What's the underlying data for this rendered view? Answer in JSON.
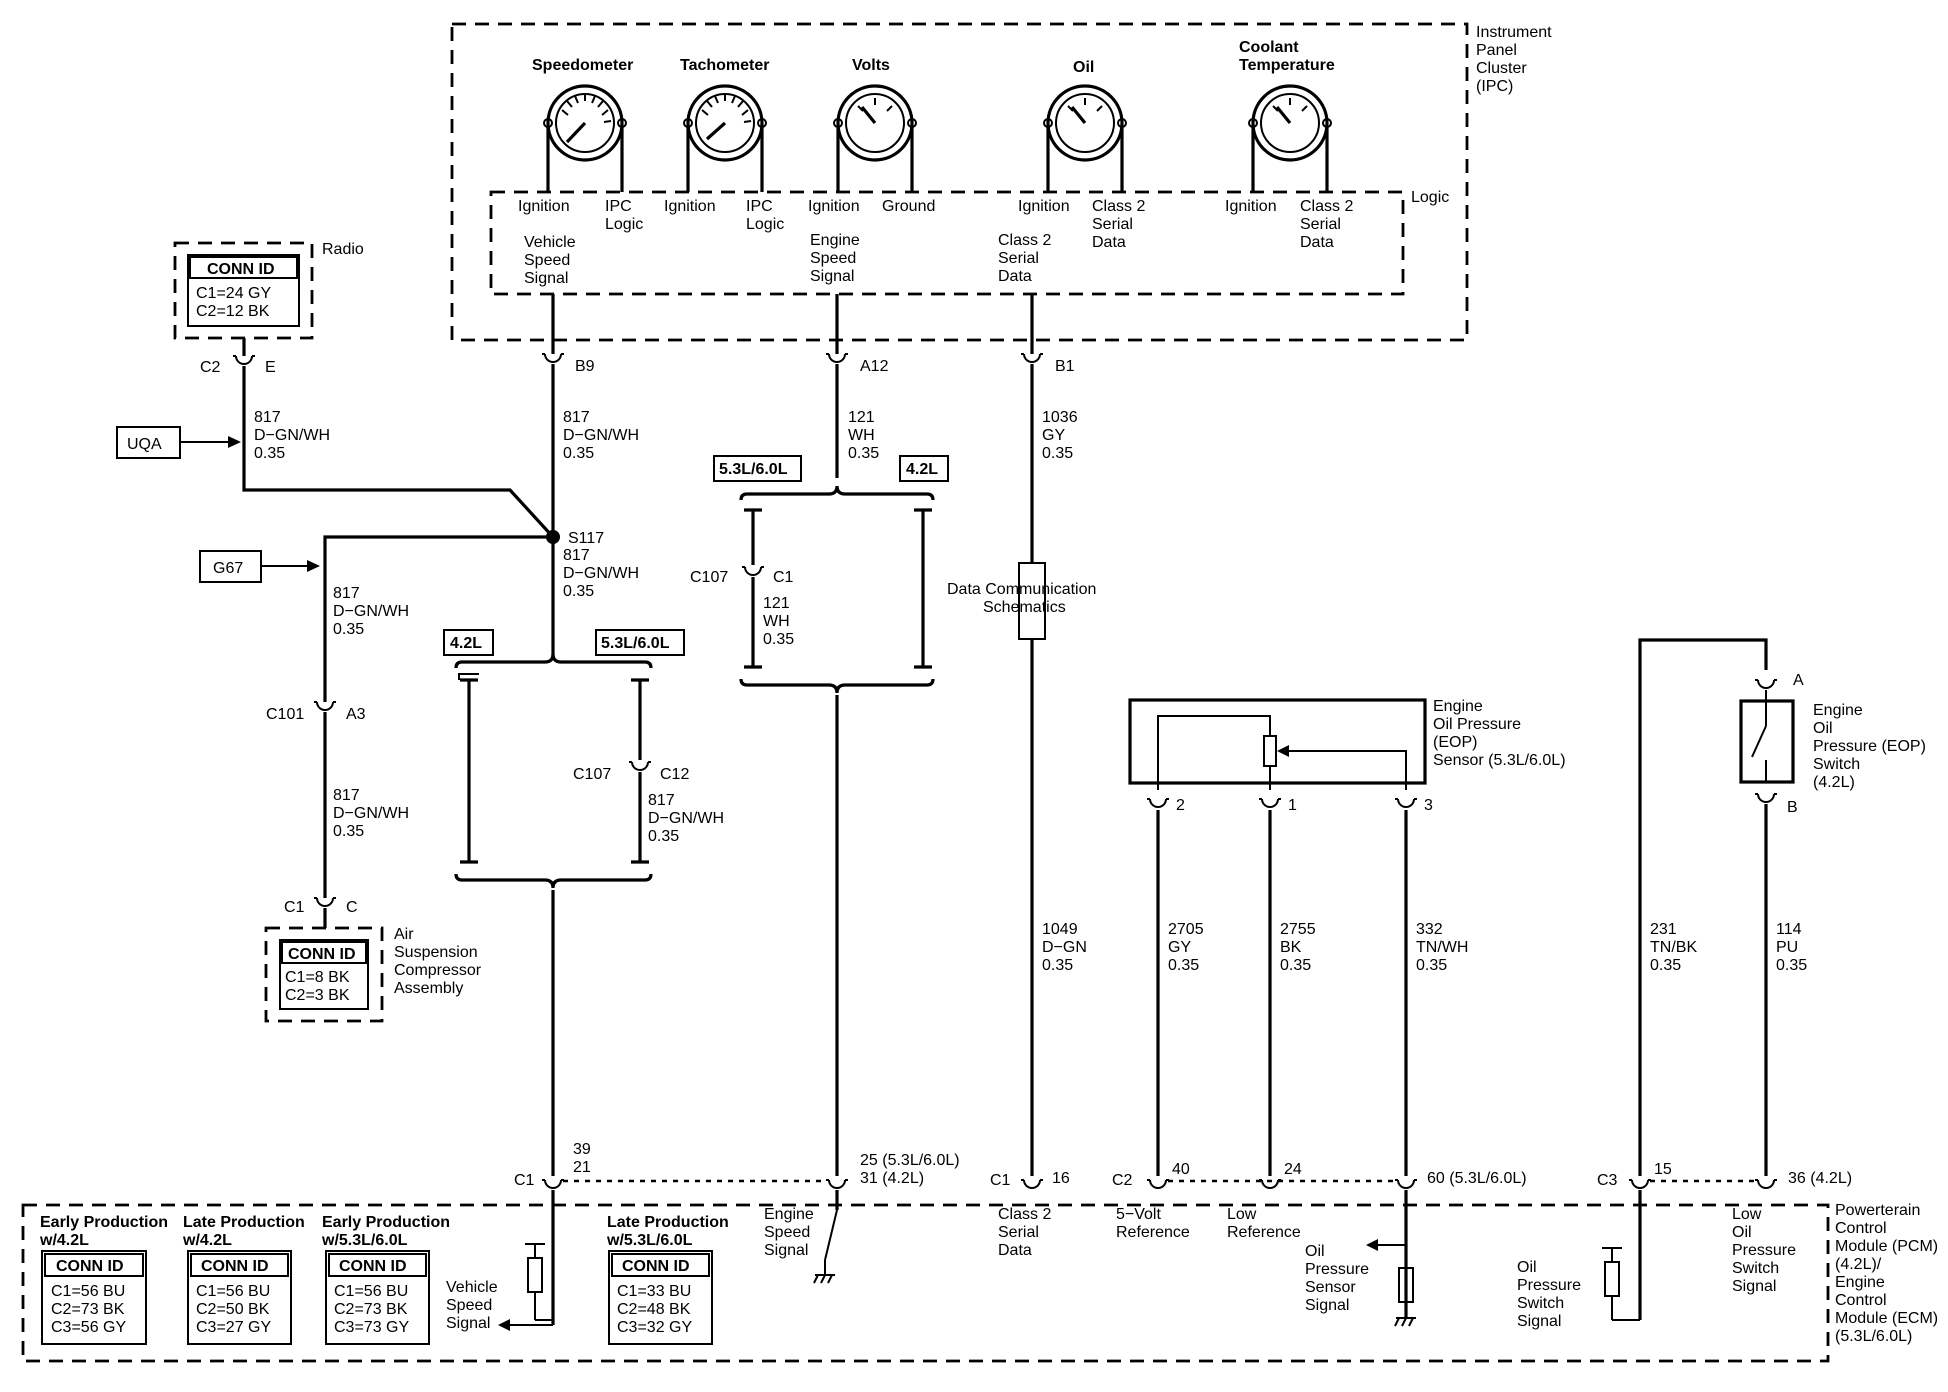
{
  "ipc": {
    "title": [
      "Instrument",
      "Panel",
      "Cluster",
      "(IPC)"
    ],
    "logic": "Logic",
    "gauges": {
      "speedometer": "Speedometer",
      "tachometer": "Tachometer",
      "volts": "Volts",
      "oil": "Oil",
      "coolant": [
        "Coolant",
        "Temperature"
      ]
    },
    "pins": {
      "spd_ign": "Ignition",
      "spd_ipc": [
        "IPC",
        "Logic"
      ],
      "tach_ign": "Ignition",
      "tach_ipc": [
        "IPC",
        "Logic"
      ],
      "volt_ign": "Ignition",
      "volt_gnd": "Ground",
      "oil_ign": "Ignition",
      "oil_c2": [
        "Class 2",
        "Serial",
        "Data"
      ],
      "cool_ign": "Ignition",
      "cool_c2": [
        "Class 2",
        "Serial",
        "Data"
      ]
    },
    "signals": {
      "vss": [
        "Vehicle",
        "Speed",
        "Signal"
      ],
      "ess": [
        "Engine",
        "Speed",
        "Signal"
      ],
      "c2": [
        "Class 2",
        "Serial",
        "Data"
      ]
    },
    "connectors": {
      "b9": "B9",
      "a12": "A12",
      "b1": "B1"
    }
  },
  "radio": {
    "label": "Radio",
    "conn_title": "CONN ID",
    "conn_lines": [
      "C1=24 GY",
      "C2=12 BK"
    ],
    "c2": "C2",
    "e": "E"
  },
  "refs": {
    "uqa": "UQA",
    "g67": "G67"
  },
  "splice": "S117",
  "wires": {
    "w817_radio": [
      "817",
      "D−GN/WH",
      "0.35"
    ],
    "w817_ipc": [
      "817",
      "D−GN/WH",
      "0.35"
    ],
    "w817_below_splice": [
      "817",
      "D−GN/WH",
      "0.35"
    ],
    "w817_g67": [
      "817",
      "D−GN/WH",
      "0.35"
    ],
    "w817_below_c101": [
      "817",
      "D−GN/WH",
      "0.35"
    ],
    "w817_c107": [
      "817",
      "D−GN/WH",
      "0.35"
    ],
    "w121_top": [
      "121",
      "WH",
      "0.35"
    ],
    "w121_c107": [
      "121",
      "WH",
      "0.35"
    ],
    "w1036": [
      "1036",
      "GY",
      "0.35"
    ],
    "w1049": [
      "1049",
      "D−GN",
      "0.35"
    ],
    "w2705": [
      "2705",
      "GY",
      "0.35"
    ],
    "w2755": [
      "2755",
      "BK",
      "0.35"
    ],
    "w332": [
      "332",
      "TN/WH",
      "0.35"
    ],
    "w231": [
      "231",
      "TN/BK",
      "0.35"
    ],
    "w114": [
      "114",
      "PU",
      "0.35"
    ]
  },
  "options": {
    "left_42": "4.2L",
    "left_5360": "5.3L/6.0L",
    "mid_5360": "5.3L/6.0L",
    "mid_42": "4.2L"
  },
  "connectors": {
    "c101": "C101",
    "a3": "A3",
    "c107_a": "C107",
    "c1_a": "C1",
    "c107_b": "C107",
    "c12": "C12",
    "c1_air": "C1",
    "c_air": "C"
  },
  "air": {
    "label": [
      "Air",
      "Suspension",
      "Compressor",
      "Assembly"
    ],
    "conn_title": "CONN ID",
    "conn_lines": [
      "C1=8 BK",
      "C2=3 BK"
    ]
  },
  "dcs": [
    "Data Communication",
    "Schematics"
  ],
  "eop_sensor": {
    "label": [
      "Engine",
      "Oil Pressure",
      "(EOP)",
      "Sensor (5.3L/6.0L)"
    ],
    "pins": [
      "2",
      "1",
      "3"
    ]
  },
  "eop_switch": {
    "label": [
      "Engine",
      "Oil",
      "Pressure (EOP)",
      "Switch",
      "(4.2L)"
    ],
    "a": "A",
    "b": "B"
  },
  "pcm": {
    "label": [
      "Powerterain",
      "Control",
      "Module (PCM)",
      "(4.2L)/",
      "Engine",
      "Control",
      "Module (ECM)",
      "(5.3L/6.0L)"
    ],
    "pins": {
      "c1": "C1",
      "p39_21": [
        "39",
        "21"
      ],
      "p25_31": [
        "25 (5.3L/6.0L)",
        "31 (4.2L)"
      ],
      "c1b": "C1",
      "p16": "16",
      "c2": "C2",
      "p40": "40",
      "p24": "24",
      "p60": "60 (5.3L/6.0L)",
      "c3": "C3",
      "p15": "15",
      "p36": "36 (4.2L)"
    },
    "signals": {
      "vss": [
        "Vehicle",
        "Speed",
        "Signal"
      ],
      "ess": [
        "Engine",
        "Speed",
        "Signal"
      ],
      "c2": [
        "Class 2",
        "Serial",
        "Data"
      ],
      "vref": [
        "5−Volt",
        "Reference"
      ],
      "lowref": [
        "Low",
        "Reference"
      ],
      "ops": [
        "Oil",
        "Pressure",
        "Sensor",
        "Signal"
      ],
      "opsw": [
        "Oil",
        "Pressure",
        "Switch",
        "Signal"
      ],
      "lowsw": [
        "Low",
        "Oil",
        "Pressure",
        "Switch",
        "Signal"
      ]
    },
    "tables": [
      {
        "head": [
          "Early Production",
          "w/4.2L"
        ],
        "title": "CONN ID",
        "lines": [
          "C1=56 BU",
          "C2=73 BK",
          "C3=56 GY"
        ]
      },
      {
        "head": [
          "Late Production",
          "w/4.2L"
        ],
        "title": "CONN ID",
        "lines": [
          "C1=56 BU",
          "C2=50 BK",
          "C3=27 GY"
        ]
      },
      {
        "head": [
          "Early Production",
          "w/5.3L/6.0L"
        ],
        "title": "CONN ID",
        "lines": [
          "C1=56 BU",
          "C2=73 BK",
          "C3=73 GY"
        ]
      },
      {
        "head": [
          "Late Production",
          "w/5.3L/6.0L"
        ],
        "title": "CONN ID",
        "lines": [
          "C1=33 BU",
          "C2=48 BK",
          "C3=32 GY"
        ]
      }
    ]
  }
}
